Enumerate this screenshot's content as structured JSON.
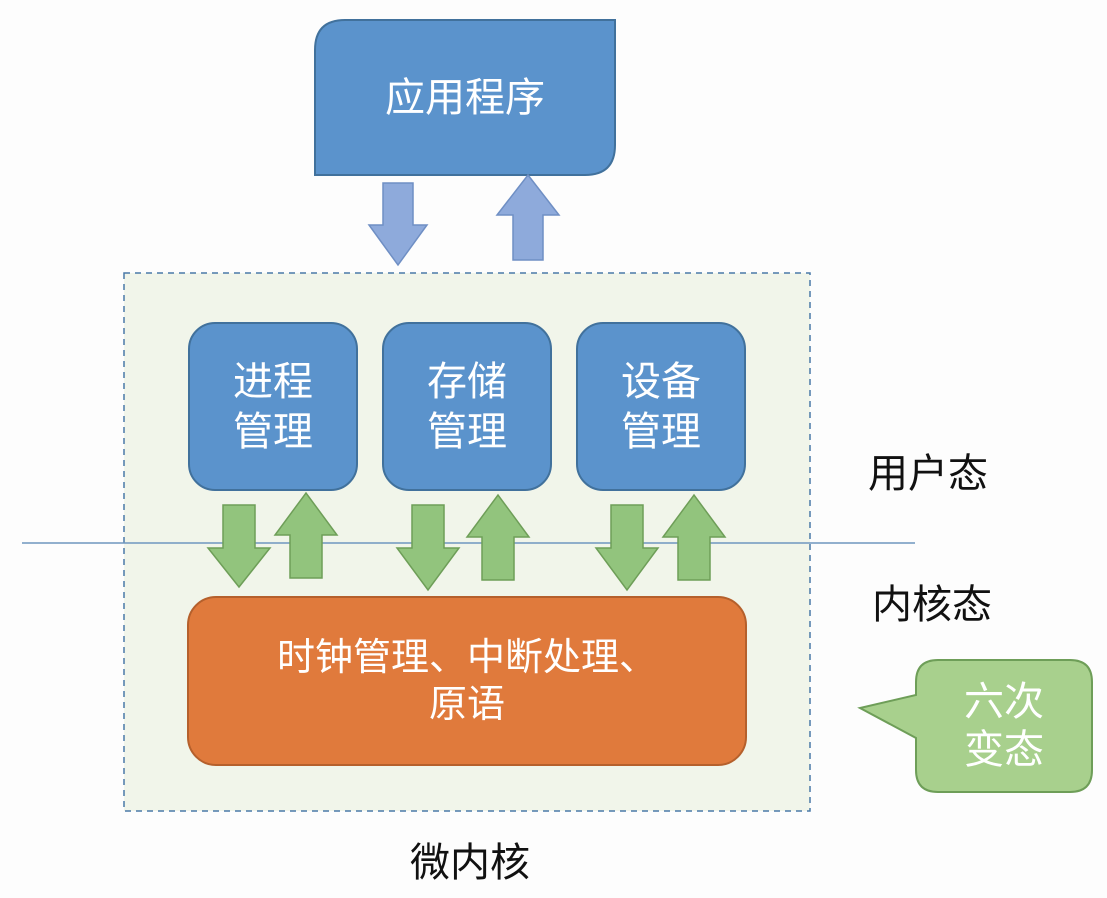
{
  "app_box": {
    "label": "应用程序"
  },
  "modules": [
    {
      "line1": "进程",
      "line2": "管理"
    },
    {
      "line1": "存储",
      "line2": "管理"
    },
    {
      "line1": "设备",
      "line2": "管理"
    }
  ],
  "kernel_box": {
    "line1": "时钟管理、中断处理、",
    "line2": "原语"
  },
  "labels": {
    "user_mode": "用户态",
    "kernel_mode": "内核态",
    "microkernel": "微内核"
  },
  "callout": {
    "line1": "六次",
    "line2": "变态"
  },
  "colors": {
    "blue_box": "#5b93cc",
    "blue_border": "#41719c",
    "blue_arrow": "#8eaadb",
    "green_arrow": "#92c47d",
    "orange_box": "#e07a3c",
    "callout_bg": "#a8d08d",
    "container_bg": "#f1f5ea",
    "divider": "#9dc3e6"
  }
}
